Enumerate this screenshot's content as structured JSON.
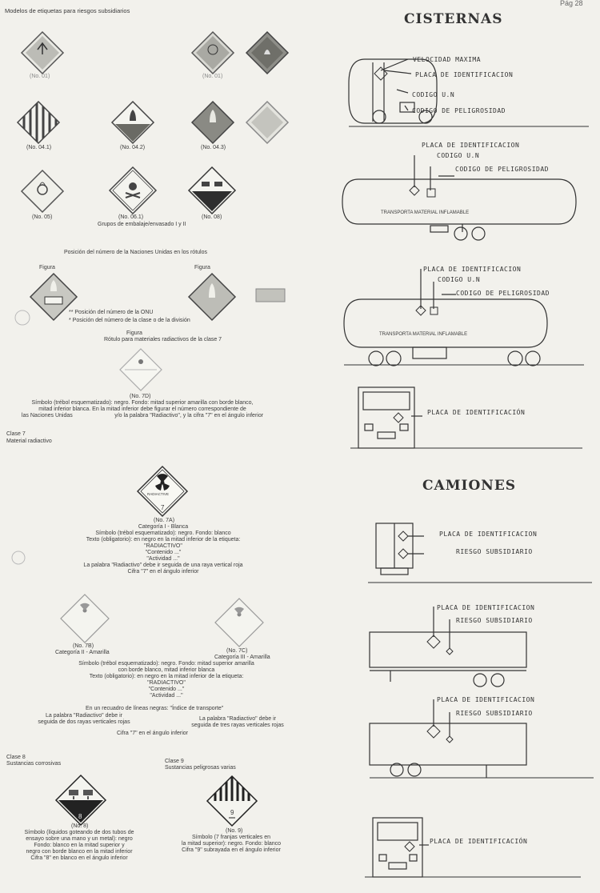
{
  "page_number": "Pág 28",
  "left": {
    "models_title": "Modelos de etiquetas para riesgos subsidiarios",
    "labels": {
      "no01a": "(No. 01)",
      "no01b": "(No. 01)",
      "no041": "(No. 04.1)",
      "no042": "(No. 04.2)",
      "no043": "(No. 04.3)",
      "no05": "(No. 05)",
      "no061": "(No. 06.1)",
      "no08": "(No. 08)"
    },
    "packing_groups": "Grupos de embalaje/envasado I y II",
    "un_position_title": "Posición del número de la Naciones Unidas en los rótulos",
    "figura_a": "Figura",
    "figura_b": "Figura",
    "un_note_1": "** Posición del número de la ONU",
    "un_note_2": "* Posición del número de la clase o de la división",
    "figura_c": "Figura",
    "radioactive_caption": "Rótulo para materiales radiactivos de la clase 7",
    "no7d": "(No. 7D)",
    "no7d_desc": "Símbolo (trébol esquematizado): negro. Fondo: mitad superior amarilla con borde blanco,\nmitad inferior blanca. En la mitad inferior debe figurar el número correspondiente de\nlas Naciones Unidas                           y/o la palabra \"Radiactivo\", y la cifra \"7\" en el ángulo inferior",
    "clase7": "Clase 7",
    "clase7_name": "Material radiactivo",
    "radiactive_word": "RADIACTIVE",
    "seven": "7",
    "no7a": "(No. 7A)",
    "no7a_desc": "Categoría I - Blanca\nSímbolo (trébol esquematizado): negro. Fondo: blanco\nTexto (obligatorio): en negro en la mitad inferior de la etiqueta:\n\"RADIACTIVO\"\n\"Contenido ...\"\n\"Actividad ...\"\nLa palabra \"Radiactivo\" debe ir seguida de una raya vertical roja\nCifra \"7\" en el ángulo inferior",
    "no7b": "(No. 7B)",
    "no7b_cat": "Categoría II - Amarilla",
    "no7c": "(No. 7C)",
    "no7c_cat": "Categoría III - Amarilla",
    "no7bc_desc": "Símbolo (trébol esquematizado): negro. Fondo: mitad superior amarilla\ncon borde blanco, mitad inferior blanca\nTexto (obligatorio): en negro en la mitad inferior de la etiqueta:\n\"RADIACTIVO\"\n\"Contenido ...\"\n\"Actividad ...\"",
    "indice": "En un recuadro de líneas negras: \"Índice de transporte\"",
    "rayas2": "La palabra \"Radiactivo\" debe ir\nseguida de dos rayas verticales rojas",
    "rayas3": "La palabra \"Radiactivo\" debe ir\nseguida de tres rayas verticales rojas",
    "cifra7": "Cifra \"7\" en el ángulo inferior",
    "clase8": "Clase 8",
    "clase8_name": "Sustancias corrosivas",
    "clase9": "Clase 9",
    "clase9_name": "Sustancias peligrosas varias",
    "eight": "8",
    "nine": "9",
    "no8": "(No. 8)",
    "no8_desc": "Símbolo (líquidos goteando de dos tubos de\nensayo sobre una mano y un metal): negro\nFondo: blanco en la mitad superior y\nnegro con borde blanco en la mitad inferior\nCifra \"8\" en blanco en el ángulo inferior",
    "no9": "(No. 9)",
    "no9_desc": "Símbolo (7 franjas verticales en\nla mitad superior): negro. Fondo: blanco\nCifra \"9\" subrayada en el ángulo inferior"
  },
  "right": {
    "cisternas": "CISTERNAS",
    "camiones": "CAMIONES",
    "velocidad": "VELOCIDAD MAXIMA",
    "placa": "PLACA DE IDENTIFICACION",
    "codigo_un": "CODIGO U.N",
    "codigo_pel": "CODIGO DE PELIGROSIDAD",
    "transporta": "TRANSPORTA MATERIAL INFLAMABLE",
    "placa_ident": "PLACA DE IDENTIFICACIÓN",
    "riesgo": "RIESGO SUBSIDIARIO"
  }
}
